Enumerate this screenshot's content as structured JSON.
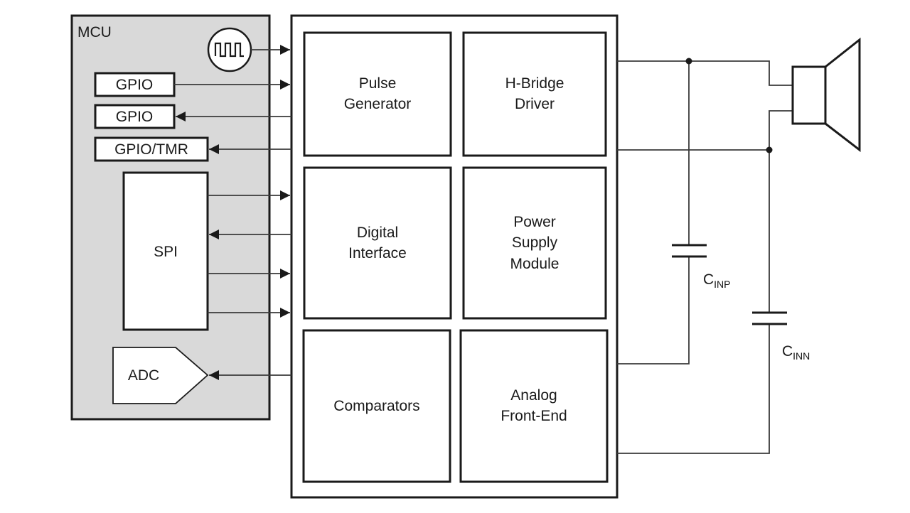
{
  "mcu": {
    "title": "MCU",
    "gpio_1": "GPIO",
    "gpio_2": "GPIO",
    "gpio_tmr": "GPIO/TMR",
    "spi": "SPI",
    "adc": "ADC",
    "clock_symbol": "square-wave-clock-icon"
  },
  "device": {
    "pulse_generator": [
      "Pulse",
      "Generator"
    ],
    "h_bridge_driver": [
      "H-Bridge",
      "Driver"
    ],
    "digital_interface": [
      "Digital",
      "Interface"
    ],
    "power_supply_module": [
      "Power",
      "Supply",
      "Module"
    ],
    "comparators": [
      "Comparators"
    ],
    "analog_front_end": [
      "Analog",
      "Front-End"
    ]
  },
  "external": {
    "cap_inp": {
      "base": "C",
      "sub": "INP"
    },
    "cap_inn": {
      "base": "C",
      "sub": "INN"
    },
    "speaker": "speaker-icon"
  },
  "colors": {
    "mcu_fill": "#d9d9d9",
    "stroke": "#1a1a1a",
    "wire": "#3a3a3a"
  }
}
